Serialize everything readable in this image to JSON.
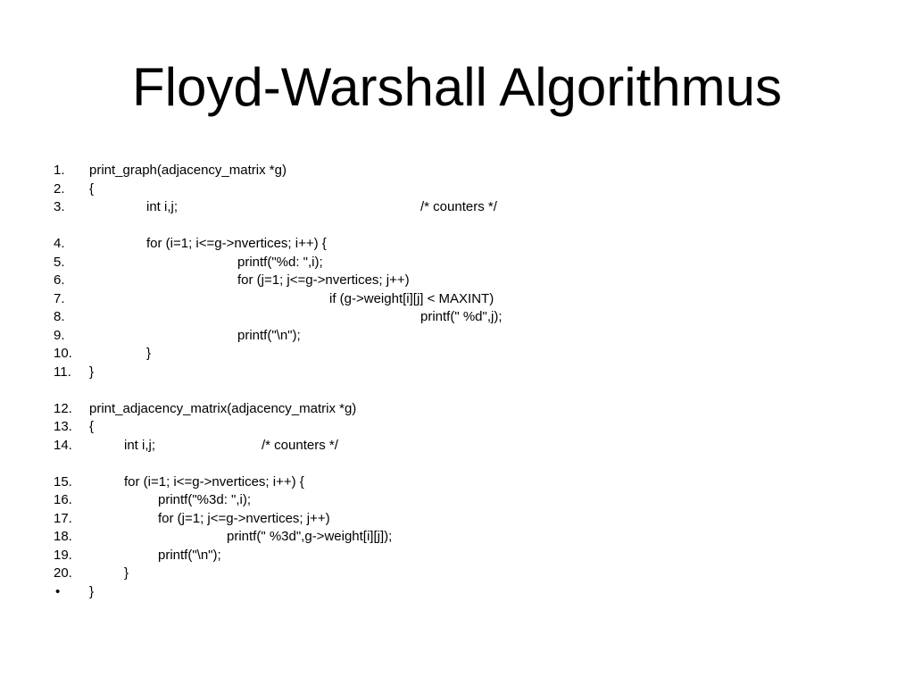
{
  "title": "Floyd-Warshall Algorithmus",
  "lines": [
    {
      "num": "1.",
      "code": "print_graph(adjacency_matrix *g)",
      "comment": ""
    },
    {
      "num": "2.",
      "code": "{",
      "comment": ""
    },
    {
      "num": "3.",
      "code": "int i,j;",
      "comment": "/* counters */"
    },
    {
      "num": "4.",
      "code": "for (i=1; i<=g->nvertices; i++) {",
      "comment": ""
    },
    {
      "num": "5.",
      "code": "printf(\"%d: \",i);",
      "comment": ""
    },
    {
      "num": "6.",
      "code": "for (j=1; j<=g->nvertices; j++)",
      "comment": ""
    },
    {
      "num": "7.",
      "code": "if (g->weight[i][j] < MAXINT)",
      "comment": ""
    },
    {
      "num": "8.",
      "code": "printf(\" %d\",j);",
      "comment": ""
    },
    {
      "num": "9.",
      "code": "printf(\"\\n\");",
      "comment": ""
    },
    {
      "num": "10.",
      "code": "}",
      "comment": ""
    },
    {
      "num": "11.",
      "code": "}",
      "comment": ""
    },
    {
      "num": "12.",
      "code": "print_adjacency_matrix(adjacency_matrix *g)",
      "comment": ""
    },
    {
      "num": "13.",
      "code": "{",
      "comment": ""
    },
    {
      "num": "14.",
      "code": "int i,j;",
      "comment": "/* counters */"
    },
    {
      "num": "15.",
      "code": "for (i=1; i<=g->nvertices; i++) {",
      "comment": ""
    },
    {
      "num": "16.",
      "code": "printf(\"%3d: \",i);",
      "comment": ""
    },
    {
      "num": "17.",
      "code": "for (j=1; j<=g->nvertices; j++)",
      "comment": ""
    },
    {
      "num": "18.",
      "code": "printf(\" %3d\",g->weight[i][j]);",
      "comment": ""
    },
    {
      "num": "19.",
      "code": "printf(\"\\n\");",
      "comment": ""
    },
    {
      "num": "20.",
      "code": "}",
      "comment": ""
    },
    {
      "num": "•",
      "code": "}",
      "comment": ""
    }
  ]
}
